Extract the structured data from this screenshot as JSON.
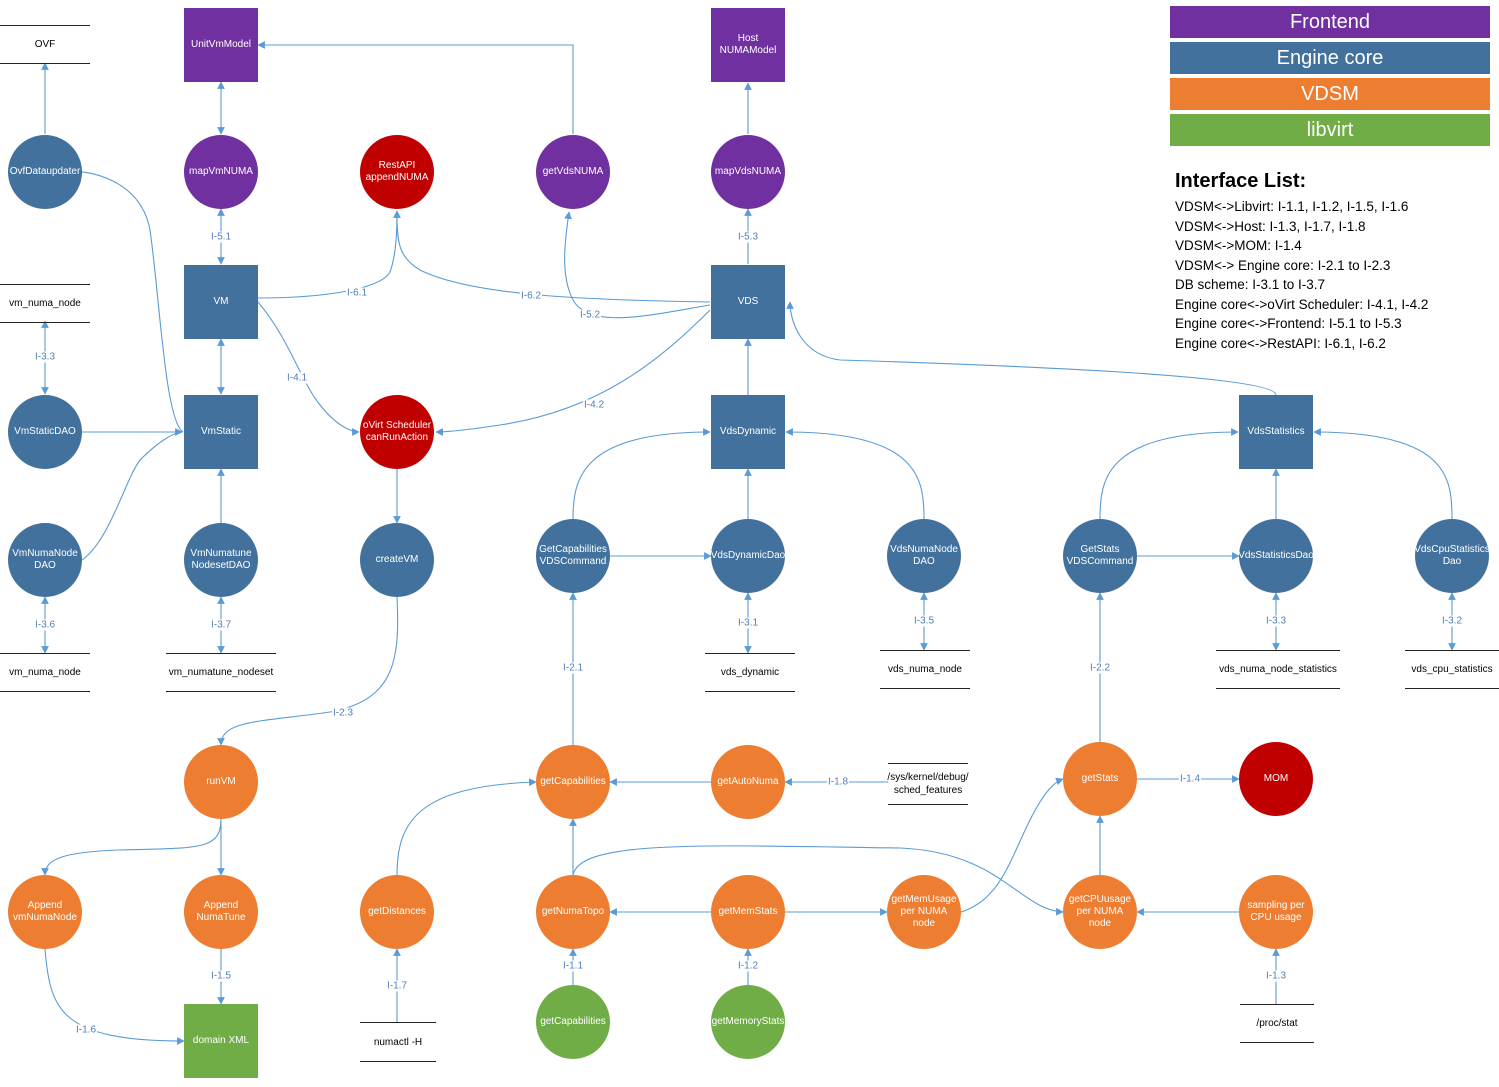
{
  "colors": {
    "frontend": "#7030a0",
    "engine": "#41719c",
    "vdsm": "#ed7d31",
    "libvirt": "#70ad47",
    "restapi": "#c00000",
    "edge": "#5b9bd5"
  },
  "legend": [
    {
      "label": "Frontend",
      "color": "#7030a0"
    },
    {
      "label": "Engine core",
      "color": "#41719c"
    },
    {
      "label": "VDSM",
      "color": "#ed7d31"
    },
    {
      "label": "libvirt",
      "color": "#70ad47"
    }
  ],
  "interface_list": {
    "title": "Interface List:",
    "items": [
      "VDSM<->Libvirt: I-1.1, I-1.2, I-1.5, I-1.6",
      "VDSM<->Host: I-1.3, I-1.7, I-1.8",
      "VDSM<->MOM: I-1.4",
      "VDSM<-> Engine core: I-2.1 to I-2.3",
      "DB scheme: I-3.1 to I-3.7",
      "Engine core<->oVirt Scheduler: I-4.1, I-4.2",
      "Engine core<->Frontend: I-5.1 to I-5.3",
      "Engine core<->RestAPI: I-6.1, I-6.2"
    ]
  },
  "nodes": [
    {
      "id": "unitvmmodel",
      "label": "UnitVmModel",
      "shape": "rect",
      "group": "frontend"
    },
    {
      "id": "hostnuma",
      "label": "Host\nNUMAModel",
      "shape": "rect",
      "group": "frontend"
    },
    {
      "id": "mapvmnuma",
      "label": "mapVmNUMA",
      "shape": "circle",
      "group": "frontend"
    },
    {
      "id": "getvdsnuma",
      "label": "getVdsNUMA",
      "shape": "circle",
      "group": "frontend"
    },
    {
      "id": "mapvdsnuma",
      "label": "mapVdsNUMA",
      "shape": "circle",
      "group": "frontend"
    },
    {
      "id": "restapi",
      "label": "RestAPI\nappendNUMA",
      "shape": "circle",
      "group": "restapi"
    },
    {
      "id": "ovfupd",
      "label": "OvfDataupdater",
      "shape": "circle",
      "group": "engine"
    },
    {
      "id": "vm",
      "label": "VM",
      "shape": "rect",
      "group": "engine"
    },
    {
      "id": "vds",
      "label": "VDS",
      "shape": "rect",
      "group": "engine"
    },
    {
      "id": "vmstatic",
      "label": "VmStatic",
      "shape": "rect",
      "group": "engine"
    },
    {
      "id": "vmstaticdao",
      "label": "VmStaticDAO",
      "shape": "circle",
      "group": "engine"
    },
    {
      "id": "sched",
      "label": "oVirt Scheduler\ncanRunAction",
      "shape": "circle",
      "group": "restapi"
    },
    {
      "id": "vdsdynamic",
      "label": "VdsDynamic",
      "shape": "rect",
      "group": "engine"
    },
    {
      "id": "vdsstatistics",
      "label": "VdsStatistics",
      "shape": "rect",
      "group": "engine"
    },
    {
      "id": "vmnumanodedao",
      "label": "VmNumaNode\nDAO",
      "shape": "circle",
      "group": "engine"
    },
    {
      "id": "vmnumatunedao",
      "label": "VmNumatune\nNodesetDAO",
      "shape": "circle",
      "group": "engine"
    },
    {
      "id": "createvm",
      "label": "createVM",
      "shape": "circle",
      "group": "engine"
    },
    {
      "id": "getcapcmd",
      "label": "GetCapabilities\nVDSCommand",
      "shape": "circle",
      "group": "engine"
    },
    {
      "id": "vdsdynamicdao",
      "label": "VdsDynamicDao",
      "shape": "circle",
      "group": "engine"
    },
    {
      "id": "vdsnumanodedao",
      "label": "VdsNumaNode\nDAO",
      "shape": "circle",
      "group": "engine"
    },
    {
      "id": "getstatscmd",
      "label": "GetStats\nVDSCommand",
      "shape": "circle",
      "group": "engine"
    },
    {
      "id": "vdsstatdao",
      "label": "VdsStatisticsDao",
      "shape": "circle",
      "group": "engine"
    },
    {
      "id": "vdscpustatdao",
      "label": "VdsCpuStatistics\nDao",
      "shape": "circle",
      "group": "engine"
    },
    {
      "id": "runvm",
      "label": "runVM",
      "shape": "circle",
      "group": "vdsm"
    },
    {
      "id": "getcap",
      "label": "getCapabilities",
      "shape": "circle",
      "group": "vdsm"
    },
    {
      "id": "getautonuma",
      "label": "getAutoNuma",
      "shape": "circle",
      "group": "vdsm"
    },
    {
      "id": "getstats",
      "label": "getStats",
      "shape": "circle",
      "group": "vdsm"
    },
    {
      "id": "mom",
      "label": "MOM",
      "shape": "circle",
      "group": "restapi"
    },
    {
      "id": "appendvmnuma",
      "label": "Append\nvmNumaNode",
      "shape": "circle",
      "group": "vdsm"
    },
    {
      "id": "appendnumatune",
      "label": "Append\nNumaTune",
      "shape": "circle",
      "group": "vdsm"
    },
    {
      "id": "getdistances",
      "label": "getDistances",
      "shape": "circle",
      "group": "vdsm"
    },
    {
      "id": "getnumatopo",
      "label": "getNumaTopo",
      "shape": "circle",
      "group": "vdsm"
    },
    {
      "id": "getmemstats",
      "label": "getMemStats",
      "shape": "circle",
      "group": "vdsm"
    },
    {
      "id": "getmemusage",
      "label": "getMemUsage\nper NUMA node",
      "shape": "circle",
      "group": "vdsm"
    },
    {
      "id": "getcpuusage",
      "label": "getCPUusage\nper NUMA node",
      "shape": "circle",
      "group": "vdsm"
    },
    {
      "id": "sampling",
      "label": "sampling per\nCPU usage",
      "shape": "circle",
      "group": "vdsm"
    },
    {
      "id": "domainxml",
      "label": "domain XML",
      "shape": "rect",
      "group": "libvirt"
    },
    {
      "id": "lv_getcap",
      "label": "getCapabilities",
      "shape": "circle",
      "group": "libvirt"
    },
    {
      "id": "lv_getmem",
      "label": "getMemoryStats",
      "shape": "circle",
      "group": "libvirt"
    }
  ],
  "stores": [
    {
      "id": "ovf",
      "label": "OVF"
    },
    {
      "id": "vmnumanode_top",
      "label": "vm_numa_node"
    },
    {
      "id": "vmnumanode_bot",
      "label": "vm_numa_node"
    },
    {
      "id": "vmnumatune",
      "label": "vm_numatune_nodeset"
    },
    {
      "id": "vdsdyn_tbl",
      "label": "vds_dynamic"
    },
    {
      "id": "vdsnuma_tbl",
      "label": "vds_numa_node"
    },
    {
      "id": "vdsnumastat_tbl",
      "label": "vds_numa_node_statistics"
    },
    {
      "id": "vdscpustat_tbl",
      "label": "vds_cpu_statistics"
    },
    {
      "id": "schedfeat",
      "label": "/sys/kernel/debug/\nsched_features"
    },
    {
      "id": "numactl",
      "label": "numactl -H"
    },
    {
      "id": "procstat",
      "label": "/proc/stat"
    }
  ],
  "edge_labels": [
    {
      "id": "i51",
      "label": "I-5.1"
    },
    {
      "id": "i53",
      "label": "I-5.3"
    },
    {
      "id": "i61",
      "label": "I-6.1"
    },
    {
      "id": "i62",
      "label": "I-6.2"
    },
    {
      "id": "i52",
      "label": "I-5.2"
    },
    {
      "id": "i41",
      "label": "I-4.1"
    },
    {
      "id": "i42",
      "label": "I-4.2"
    },
    {
      "id": "i33",
      "label": "I-3.3"
    },
    {
      "id": "i36",
      "label": "I-3.6"
    },
    {
      "id": "i37",
      "label": "I-3.7"
    },
    {
      "id": "i31",
      "label": "I-3.1"
    },
    {
      "id": "i35",
      "label": "I-3.5"
    },
    {
      "id": "i333",
      "label": "I-3.3"
    },
    {
      "id": "i32",
      "label": "I-3.2"
    },
    {
      "id": "i21",
      "label": "I-2.1"
    },
    {
      "id": "i22",
      "label": "I-2.2"
    },
    {
      "id": "i23",
      "label": "I-2.3"
    },
    {
      "id": "i18",
      "label": "I-1.8"
    },
    {
      "id": "i14",
      "label": "I-1.4"
    },
    {
      "id": "i15",
      "label": "I-1.5"
    },
    {
      "id": "i16",
      "label": "I-1.6"
    },
    {
      "id": "i17",
      "label": "I-1.7"
    },
    {
      "id": "i11",
      "label": "I-1.1"
    },
    {
      "id": "i12",
      "label": "I-1.2"
    },
    {
      "id": "i13",
      "label": "I-1.3"
    }
  ]
}
